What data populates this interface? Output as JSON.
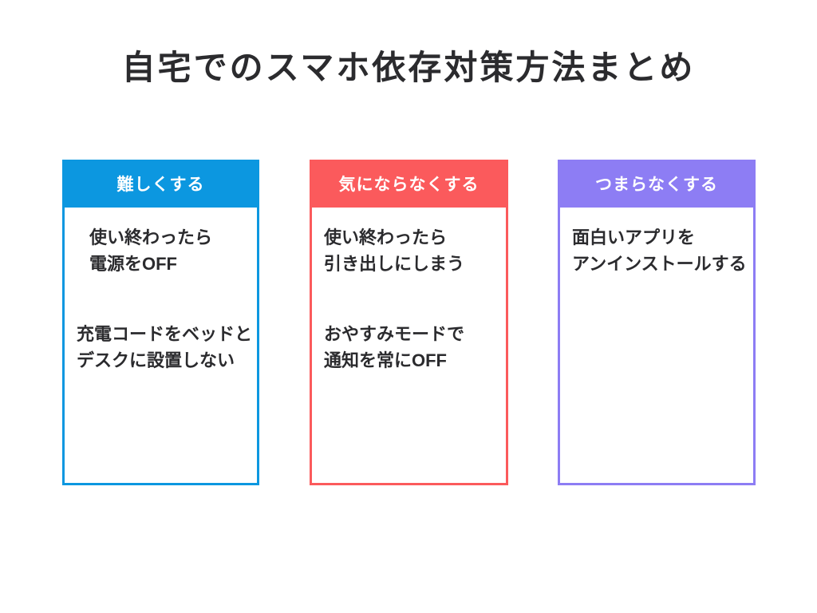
{
  "page": {
    "title": "自宅でのスマホ依存対策方法まとめ",
    "background_color": "#ffffff",
    "text_color": "#2b2b2e"
  },
  "columns": [
    {
      "header": "難しくする",
      "accent_color": "#0c97e0",
      "items": [
        {
          "lines": [
            "使い終わったら",
            "電源をOFF"
          ]
        },
        {
          "lines": [
            "充電コードをベッドと",
            "デスクに設置しない"
          ]
        }
      ]
    },
    {
      "header": "気にならなくする",
      "accent_color": "#fb5a5c",
      "items": [
        {
          "lines": [
            "使い終わったら",
            "引き出しにしまう"
          ]
        },
        {
          "lines": [
            "おやすみモードで",
            "通知を常にOFF"
          ]
        }
      ]
    },
    {
      "header": "つまらなくする",
      "accent_color": "#8d7df4",
      "items": [
        {
          "lines": [
            "面白いアプリを",
            "アンインストールする"
          ]
        }
      ]
    }
  ]
}
